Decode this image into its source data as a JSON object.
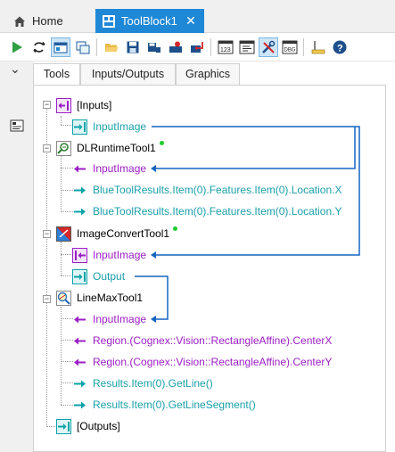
{
  "tabs": {
    "home_label": "Home",
    "active_label": "ToolBlock1",
    "close_glyph": "✕"
  },
  "toolbar": {
    "dropdown_glyph": "⌄"
  },
  "panel_tabs": [
    {
      "label": "Tools"
    },
    {
      "label": "Inputs/Outputs"
    },
    {
      "label": "Graphics"
    }
  ],
  "tree": {
    "inputs_label": "[Inputs]",
    "input_image_link": "InputImage",
    "dl_tool": "DLRuntimeTool1",
    "dl_input": "InputImage",
    "dl_out_x": "BlueToolResults.Item(0).Features.Item(0).Location.X",
    "dl_out_y": "BlueToolResults.Item(0).Features.Item(0).Location.Y",
    "ic_tool": "ImageConvertTool1",
    "ic_input": "InputImage",
    "ic_output": "Output",
    "lm_tool": "LineMaxTool1",
    "lm_input": "InputImage",
    "lm_in_cx": "Region.(Cognex::Vision::RectangleAffine).CenterX",
    "lm_in_cy": "Region.(Cognex::Vision::RectangleAffine).CenterY",
    "lm_out_line": "Results.Item(0).GetLine()",
    "lm_out_seg": "Results.Item(0).GetLineSegment()",
    "outputs_label": "[Outputs]"
  },
  "colors": {
    "accent": "#1e88d6",
    "input_terminal": "#9b1fc4",
    "output_terminal": "#0aa3a8",
    "link_line": "#1565c0",
    "ok_dot": "#1fcc2f"
  }
}
